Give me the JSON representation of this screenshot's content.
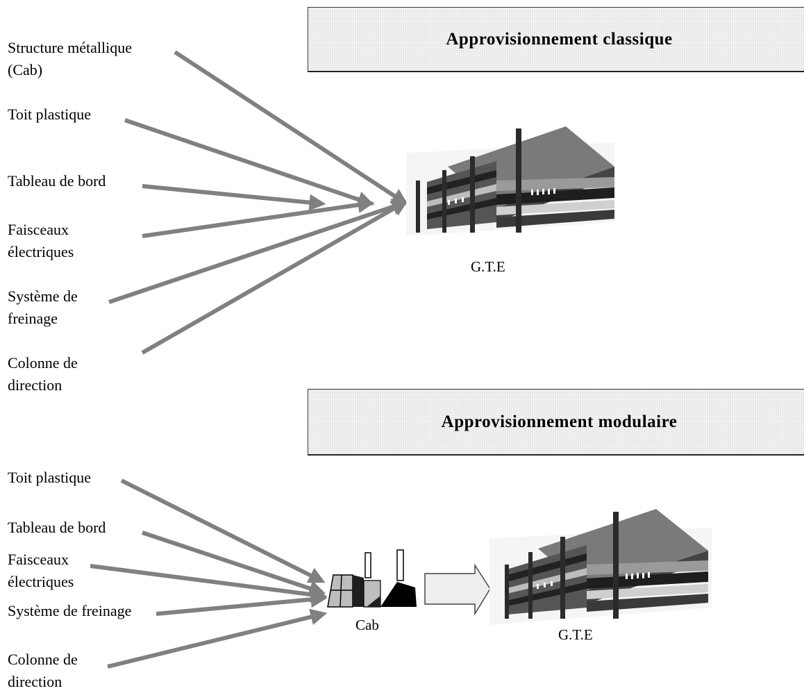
{
  "classique": {
    "title": "Approvisionnement classique",
    "components": [
      "Structure métallique\n(Cab)",
      "Toit plastique",
      "Tableau de bord",
      "Faisceaux\nélectriques",
      "Système de\nfreinage",
      "Colonne de\ndirection"
    ],
    "building_label": "G.T.E"
  },
  "modulaire": {
    "title": "Approvisionnement modulaire",
    "components": [
      "Toit plastique",
      "Tableau de bord",
      "Faisceaux\nélectriques",
      "Système de freinage",
      "Colonne de\ndirection"
    ],
    "factory_label": "Cab",
    "building_label": "G.T.E"
  },
  "colors": {
    "arrow": "#808080",
    "box_fill": "#e4e4e4"
  },
  "icons": [
    "factory-icon",
    "office-building-icon"
  ]
}
